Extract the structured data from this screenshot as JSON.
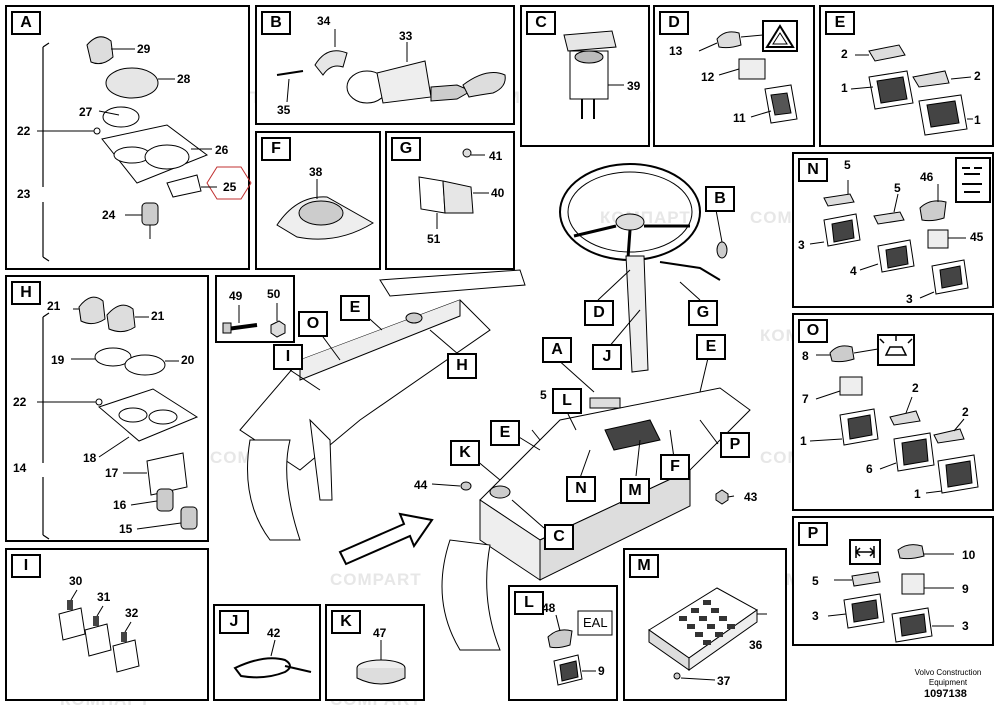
{
  "watermarks": [
    "КОМПАРТ",
    "COMPART"
  ],
  "panels": {
    "A": {
      "label": "A",
      "parts": [
        "29",
        "28",
        "27",
        "22",
        "23",
        "26",
        "25",
        "24"
      ]
    },
    "B": {
      "label": "B",
      "parts": [
        "34",
        "33",
        "35"
      ]
    },
    "C": {
      "label": "C",
      "parts": [
        "39"
      ]
    },
    "D": {
      "label": "D",
      "parts": [
        "13",
        "12",
        "11"
      ]
    },
    "E": {
      "label": "E",
      "parts": [
        "2",
        "2",
        "1",
        "1"
      ]
    },
    "F": {
      "label": "F",
      "parts": [
        "38"
      ]
    },
    "G": {
      "label": "G",
      "parts": [
        "41",
        "40",
        "51"
      ]
    },
    "N": {
      "label": "N",
      "parts": [
        "5",
        "5",
        "46",
        "3",
        "45",
        "4",
        "3"
      ]
    },
    "H": {
      "label": "H",
      "parts": [
        "21",
        "21",
        "19",
        "20",
        "22",
        "14",
        "18",
        "17",
        "16",
        "15"
      ]
    },
    "O": {
      "label": "O",
      "parts": [
        "8",
        "7",
        "2",
        "2",
        "1",
        "6",
        "1"
      ]
    },
    "I": {
      "label": "I",
      "parts": [
        "30",
        "31",
        "32"
      ]
    },
    "J": {
      "label": "J",
      "parts": [
        "42"
      ]
    },
    "K": {
      "label": "K",
      "parts": [
        "47"
      ]
    },
    "L": {
      "label": "L",
      "parts": [
        "48",
        "9"
      ],
      "symbol_text": "EAL"
    },
    "M": {
      "label": "M",
      "parts": [
        "36",
        "37"
      ]
    },
    "P": {
      "label": "P",
      "parts": [
        "10",
        "5",
        "9",
        "3",
        "3"
      ]
    }
  },
  "loose_parts": [
    "49",
    "50"
  ],
  "overview": {
    "callouts": [
      "B",
      "D",
      "G",
      "E",
      "O",
      "A",
      "J",
      "E",
      "H",
      "I",
      "5",
      "L",
      "E",
      "P",
      "K",
      "N",
      "M",
      "F",
      "C"
    ],
    "parts": [
      "44",
      "43"
    ]
  },
  "footer": {
    "company": "Volvo Construction Equipment",
    "code": "1097138"
  }
}
